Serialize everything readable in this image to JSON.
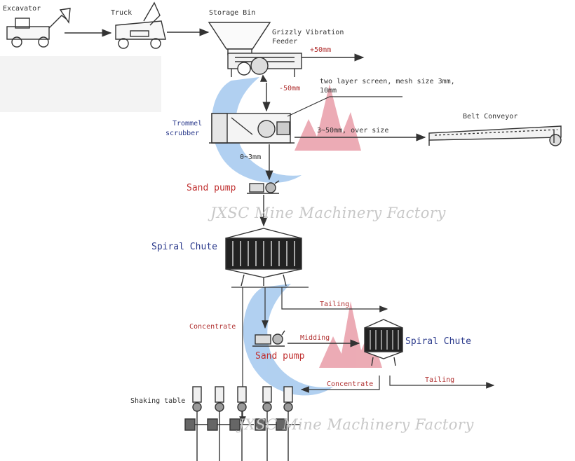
{
  "colors": {
    "line": "#333333",
    "watermark_blue": "#9fc2e6",
    "watermark_red": "#e58a95",
    "label_blue": "#2b3a8c",
    "label_red": "#b03030"
  },
  "labels": {
    "excavator": "Excavator",
    "truck": "Truck",
    "storage_bin": "Storage Bin",
    "grizzly_feeder_line1": "Grizzly Vibration",
    "grizzly_feeder_line2": "Feeder",
    "plus_50mm": "+50mm",
    "minus_50mm": "-50mm",
    "screen_note_line1": "two layer screen, mesh size 3mm,",
    "screen_note_line2": "10mm",
    "trommel_line1": "Trommel",
    "trommel_line2": "scrubber",
    "oversize": "3~50mm, over size",
    "belt_conveyor": "Belt Conveyor",
    "zero_3mm": "0~3mm",
    "sand_pump_top": "Sand pump",
    "spiral_chute_top": "Spiral Chute",
    "tailing_top": "Tailing",
    "concentrate_left": "Concentrate",
    "midding": "Midding",
    "sand_pump_mid": "Sand pump",
    "spiral_chute_right": "Spiral Chute",
    "concentrate_bottom": "Concentrate",
    "tailing_bottom": "Tailing",
    "shaking_table": "Shaking table"
  },
  "watermarks": {
    "top": "JXSC Mine Machinery Factory",
    "bottom": "JXSC Mine Machinery Factory"
  }
}
